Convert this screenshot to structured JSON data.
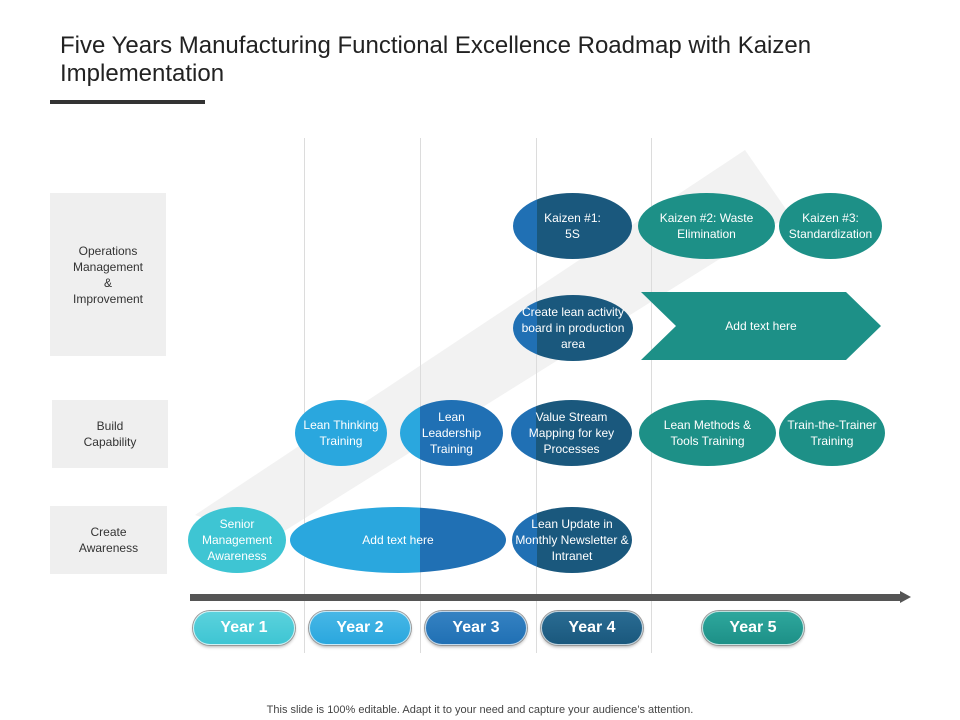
{
  "title": "Five Years Manufacturing Functional Excellence Roadmap with Kaizen Implementation",
  "row_labels": {
    "operations": "Operations Management & Improvement",
    "build": "Build Capability",
    "awareness": "Create Awareness"
  },
  "nodes": {
    "kaizen1": "Kaizen #1: 5S",
    "kaizen2": "Kaizen #2: Waste Elimination",
    "kaizen3": "Kaizen #3: Standardization",
    "lean_board": "Create lean activity board in production area",
    "ops_banner": "Add text here",
    "lean_thinking": "Lean Thinking Training",
    "lean_leadership": "Lean Leadership Training",
    "vsm": "Value Stream Mapping for key Processes",
    "lean_methods": "Lean Methods & Tools Training",
    "train_trainer": "Train-the-Trainer Training",
    "senior_mgmt": "Senior Management Awareness",
    "awareness_bar": "Add text here",
    "newsletter": "Lean Update in Monthly Newsletter & Intranet"
  },
  "years": [
    "Year 1",
    "Year 2",
    "Year 3",
    "Year 4",
    "Year 5"
  ],
  "colors": {
    "light_teal": "#3ec5d3",
    "light_blue": "#2aa7de",
    "mid_blue": "#2070b4",
    "dark_blue": "#1a587d",
    "teal": "#1d9087",
    "arrow": "#555555"
  },
  "footer": "This slide is 100% editable. Adapt it to your need and capture your audience’s attention."
}
